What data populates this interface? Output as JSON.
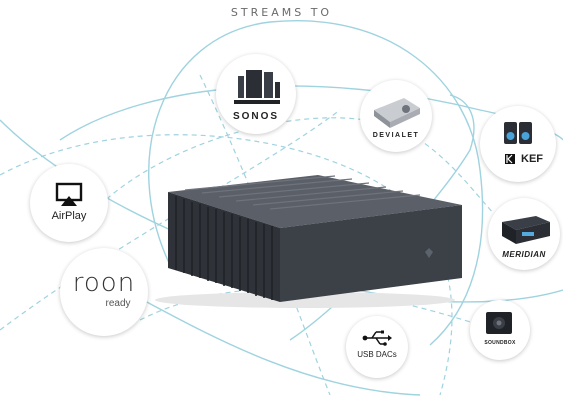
{
  "heading": "STREAMS TO",
  "devices": {
    "sonos": "SONOS",
    "devialet": "DEVIALET",
    "kef": "KEF",
    "airplay": "AirPlay",
    "roon_main": "roon",
    "roon_sub": "ready",
    "meridian": "MERIDIAN",
    "usb": "USB DACs",
    "soundbox": "SOUNDBOX"
  },
  "colors": {
    "orbit": "#9fd3df",
    "device": "#3a3f47",
    "device_dark": "#2b2f35"
  }
}
